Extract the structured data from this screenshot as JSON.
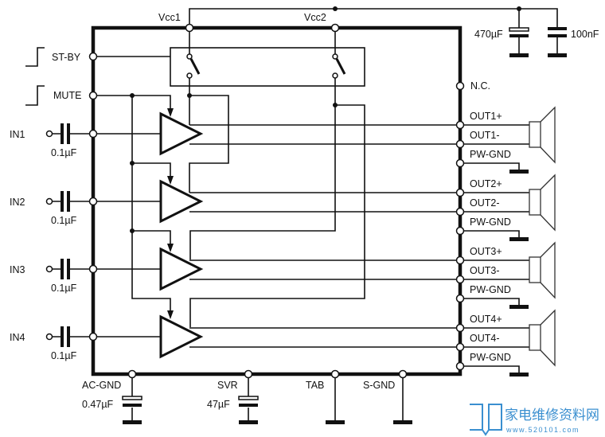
{
  "pins": {
    "vcc1": "Vcc1",
    "vcc2": "Vcc2",
    "stby": "ST-BY",
    "mute": "MUTE",
    "nc": "N.C.",
    "in": [
      "IN1",
      "IN2",
      "IN3",
      "IN4"
    ],
    "outputs": [
      {
        "plus": "OUT1+",
        "minus": "OUT1-",
        "gnd": "PW-GND"
      },
      {
        "plus": "OUT2+",
        "minus": "OUT2-",
        "gnd": "PW-GND"
      },
      {
        "plus": "OUT3+",
        "minus": "OUT3-",
        "gnd": "PW-GND"
      },
      {
        "plus": "OUT4+",
        "minus": "OUT4-",
        "gnd": "PW-GND"
      }
    ],
    "acgnd": "AC-GND",
    "svr": "SVR",
    "tab": "TAB",
    "sgnd": "S-GND"
  },
  "components": {
    "input_cap": "0.1µF",
    "supply_cap_electrolytic": "470µF",
    "supply_cap_ceramic": "100nF",
    "acgnd_cap": "0.47µF",
    "svr_cap": "47µF"
  },
  "logo": {
    "name": "家电维修资料网",
    "url": "www.520101.com",
    "color": "#3a8fd0"
  }
}
